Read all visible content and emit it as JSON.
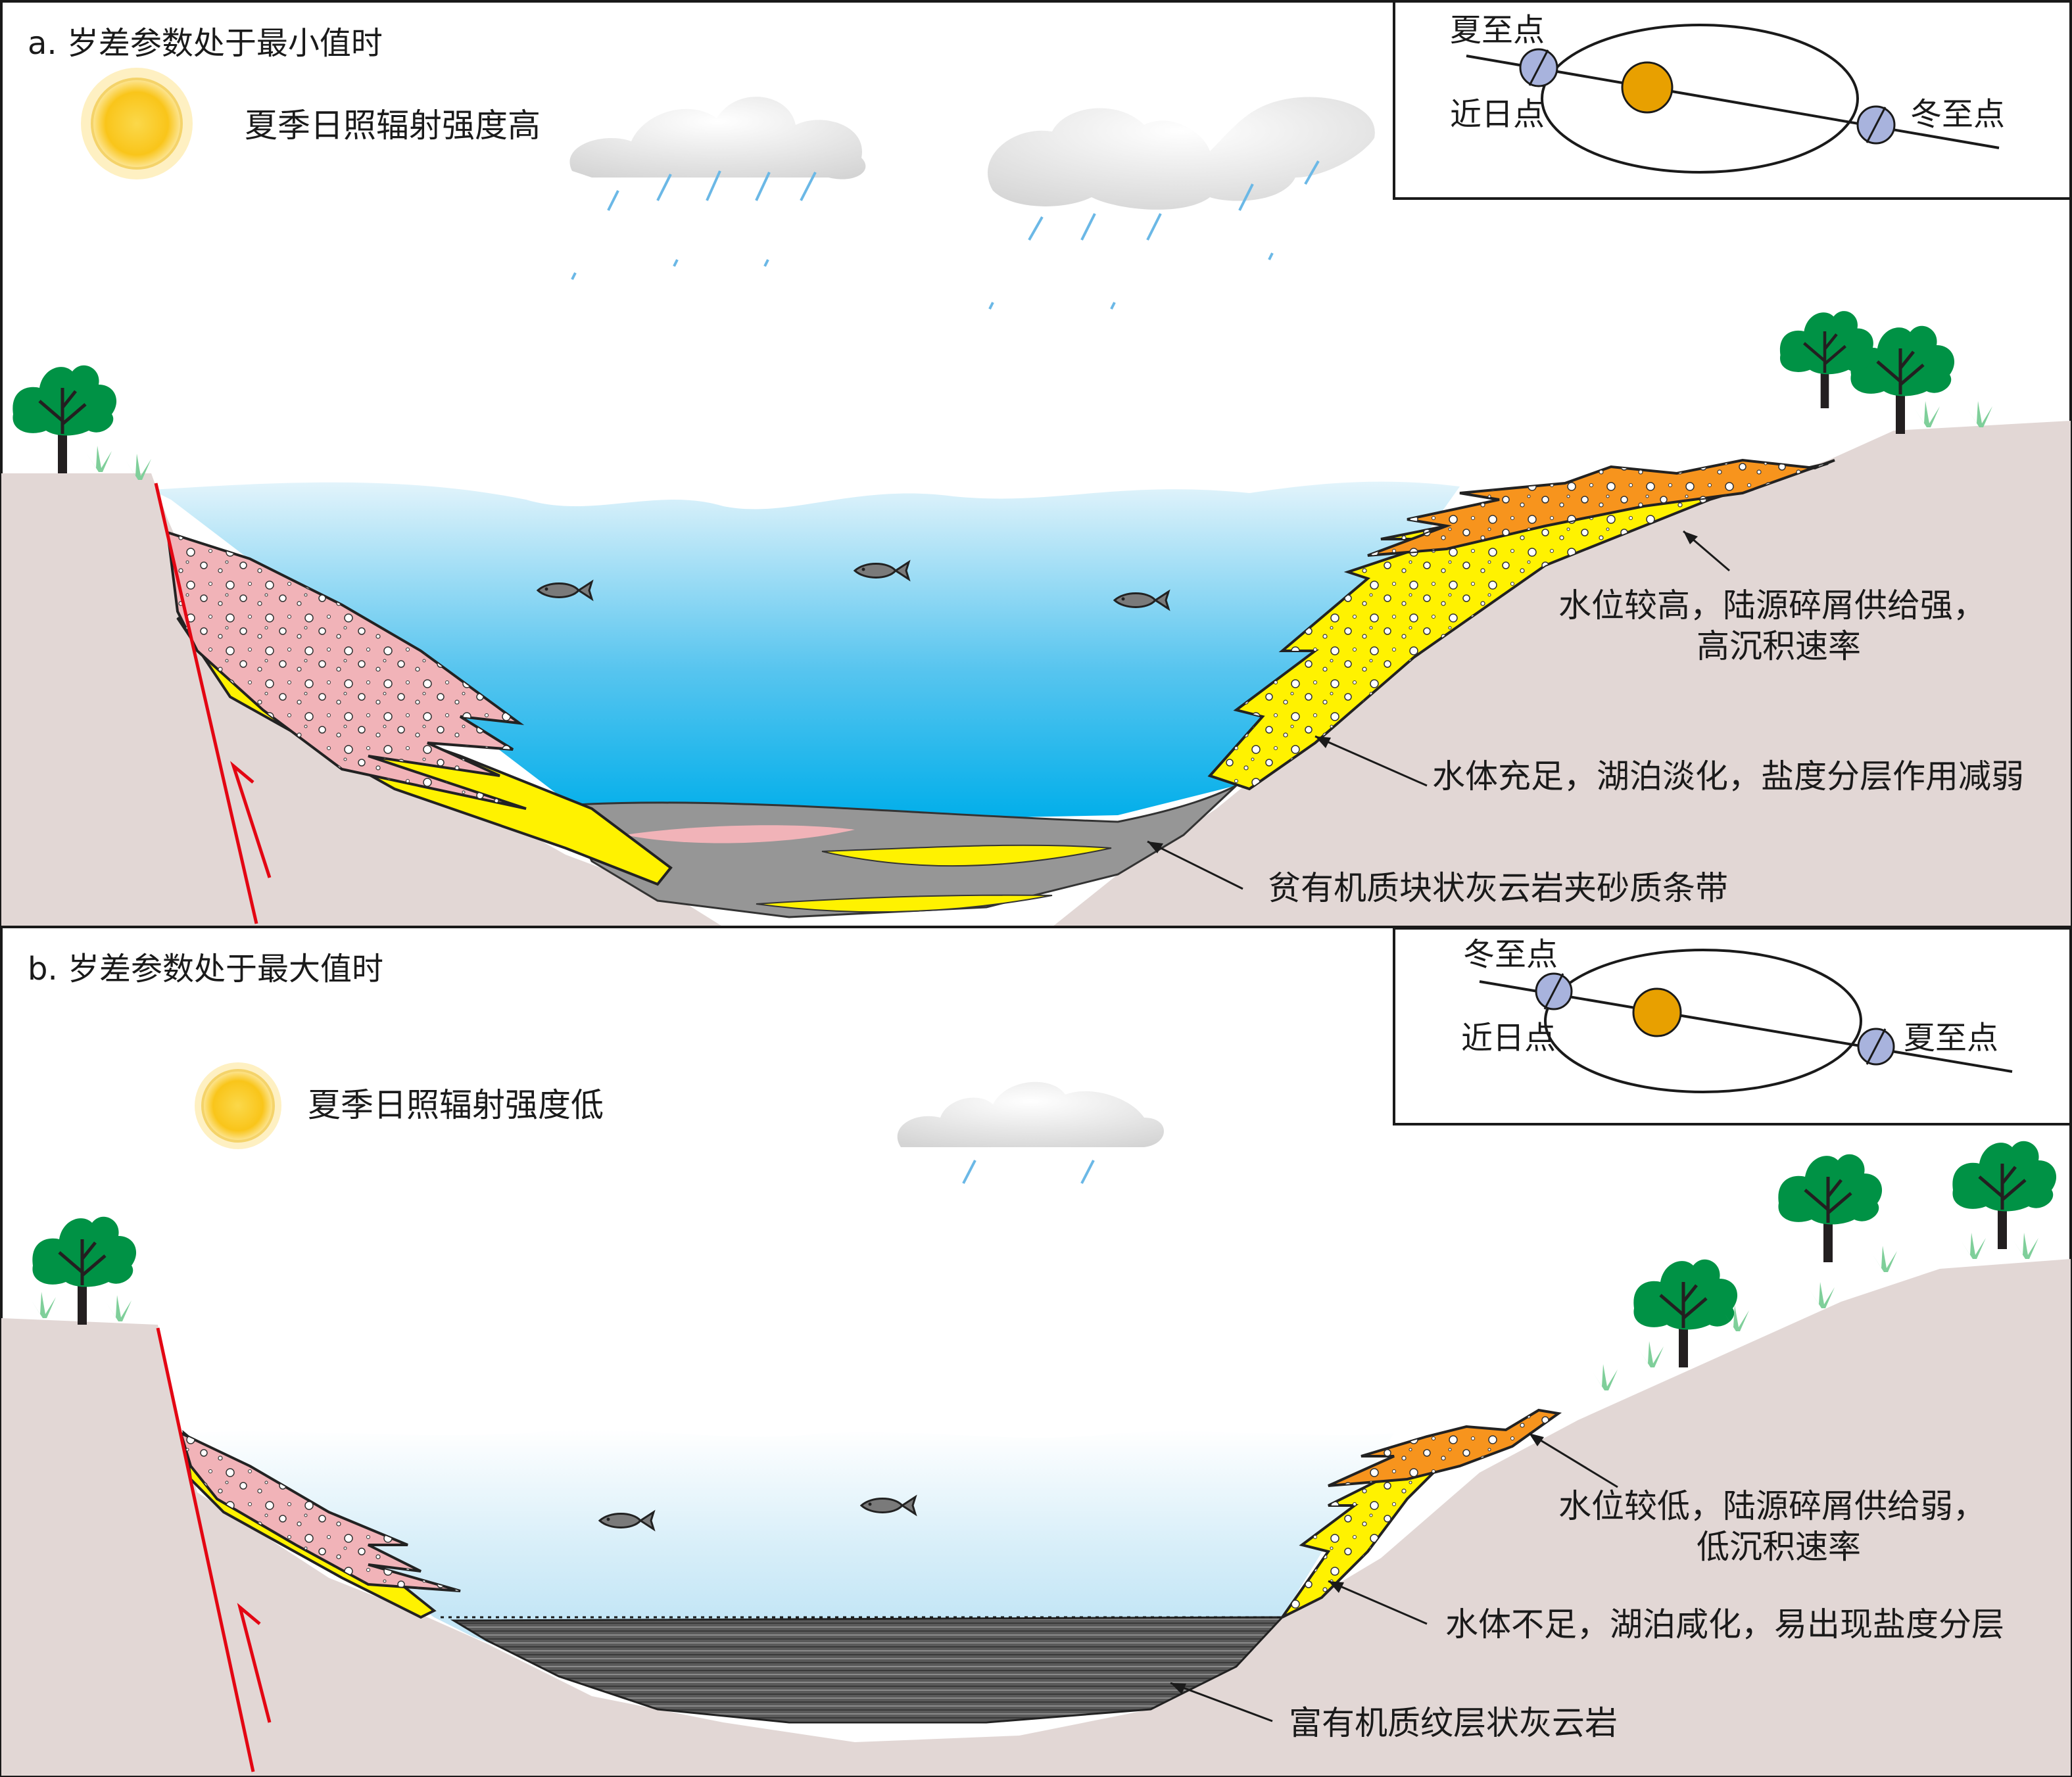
{
  "panel_a": {
    "title": "a. 岁差参数处于最小值时",
    "sun_label": "夏季日照辐射强度高",
    "orbit": {
      "top_label": "夏至点",
      "perihelion_label": "近日点",
      "right_label": "冬至点"
    },
    "annotations": {
      "supply": "水位较高，陆源碎屑供给强，",
      "supply_2": "高沉积速率",
      "water": "水体充足，湖泊淡化，盐度分层作用减弱",
      "bottom": "贫有机质块状灰云岩夹砂质条带"
    }
  },
  "panel_b": {
    "title": "b. 岁差参数处于最大值时",
    "sun_label": "夏季日照辐射强度低",
    "orbit": {
      "top_label": "冬至点",
      "perihelion_label": "近日点",
      "right_label": "夏至点"
    },
    "annotations": {
      "supply": "水位较低，陆源碎屑供给弱，",
      "supply_2": "低沉积速率",
      "water": "水体不足，湖泊咸化，易出现盐度分层",
      "bottom": "富有机质纹层状灰云岩"
    }
  },
  "colors": {
    "land": "#e2d7d5",
    "water_top": "#d5eef9",
    "water_bottom": "#00aeea",
    "sediment_pink": "#f1b3b8",
    "sediment_yellow": "#fff200",
    "sediment_orange": "#f7941d",
    "lake_floor": "#969696",
    "fault": "#e30613",
    "tree": "#009245",
    "sun": "#f9c51a",
    "planet": "#a8b3dd",
    "orbit_sun": "#e8a000"
  }
}
